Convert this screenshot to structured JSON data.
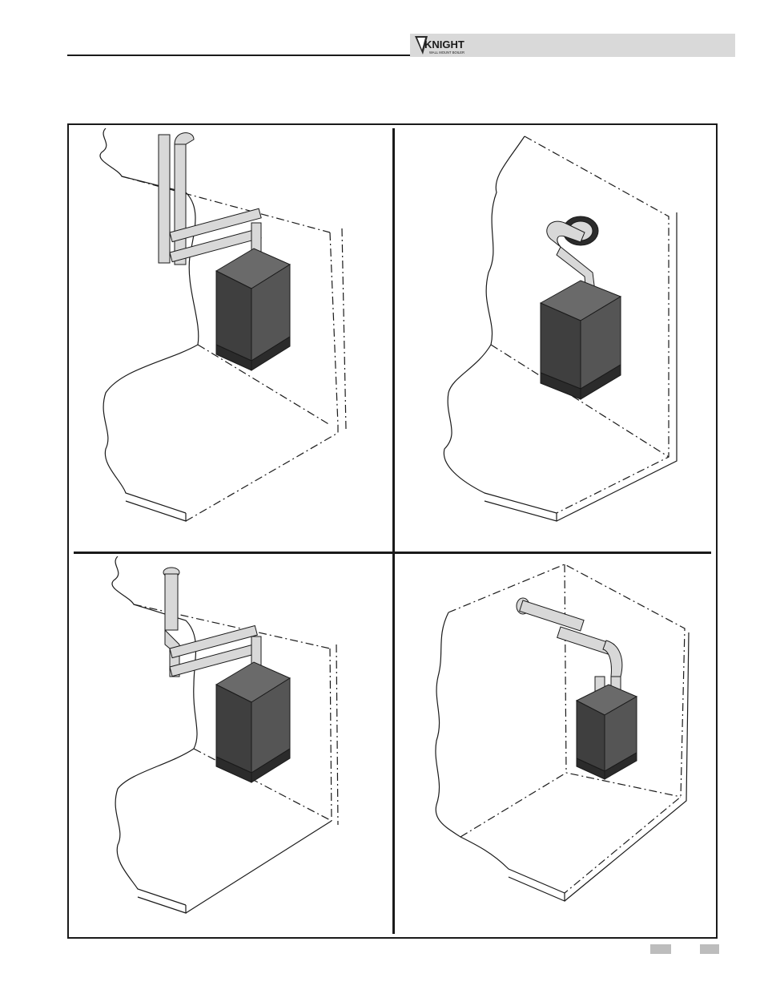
{
  "header": {
    "logo_wordmark": "KNIGHT",
    "logo_subtitle": "WALL MOUNT BOILER"
  },
  "figure": {
    "panels": [
      {
        "name": "panel-top-left",
        "vent": "vertical-two-pipe-sidewall-routing"
      },
      {
        "name": "panel-top-right",
        "vent": "horizontal-concentric-sidewall"
      },
      {
        "name": "panel-bottom-left",
        "vent": "vertical-concentric-roof"
      },
      {
        "name": "panel-bottom-right",
        "vent": "horizontal-two-pipe-sidewall"
      }
    ]
  },
  "colors": {
    "boiler_body": "#4a4a4a",
    "boiler_dark": "#2b2b2b",
    "pipe": "#d8d8d8",
    "line": "#1a1a1a",
    "band": "#d9d9d9"
  }
}
